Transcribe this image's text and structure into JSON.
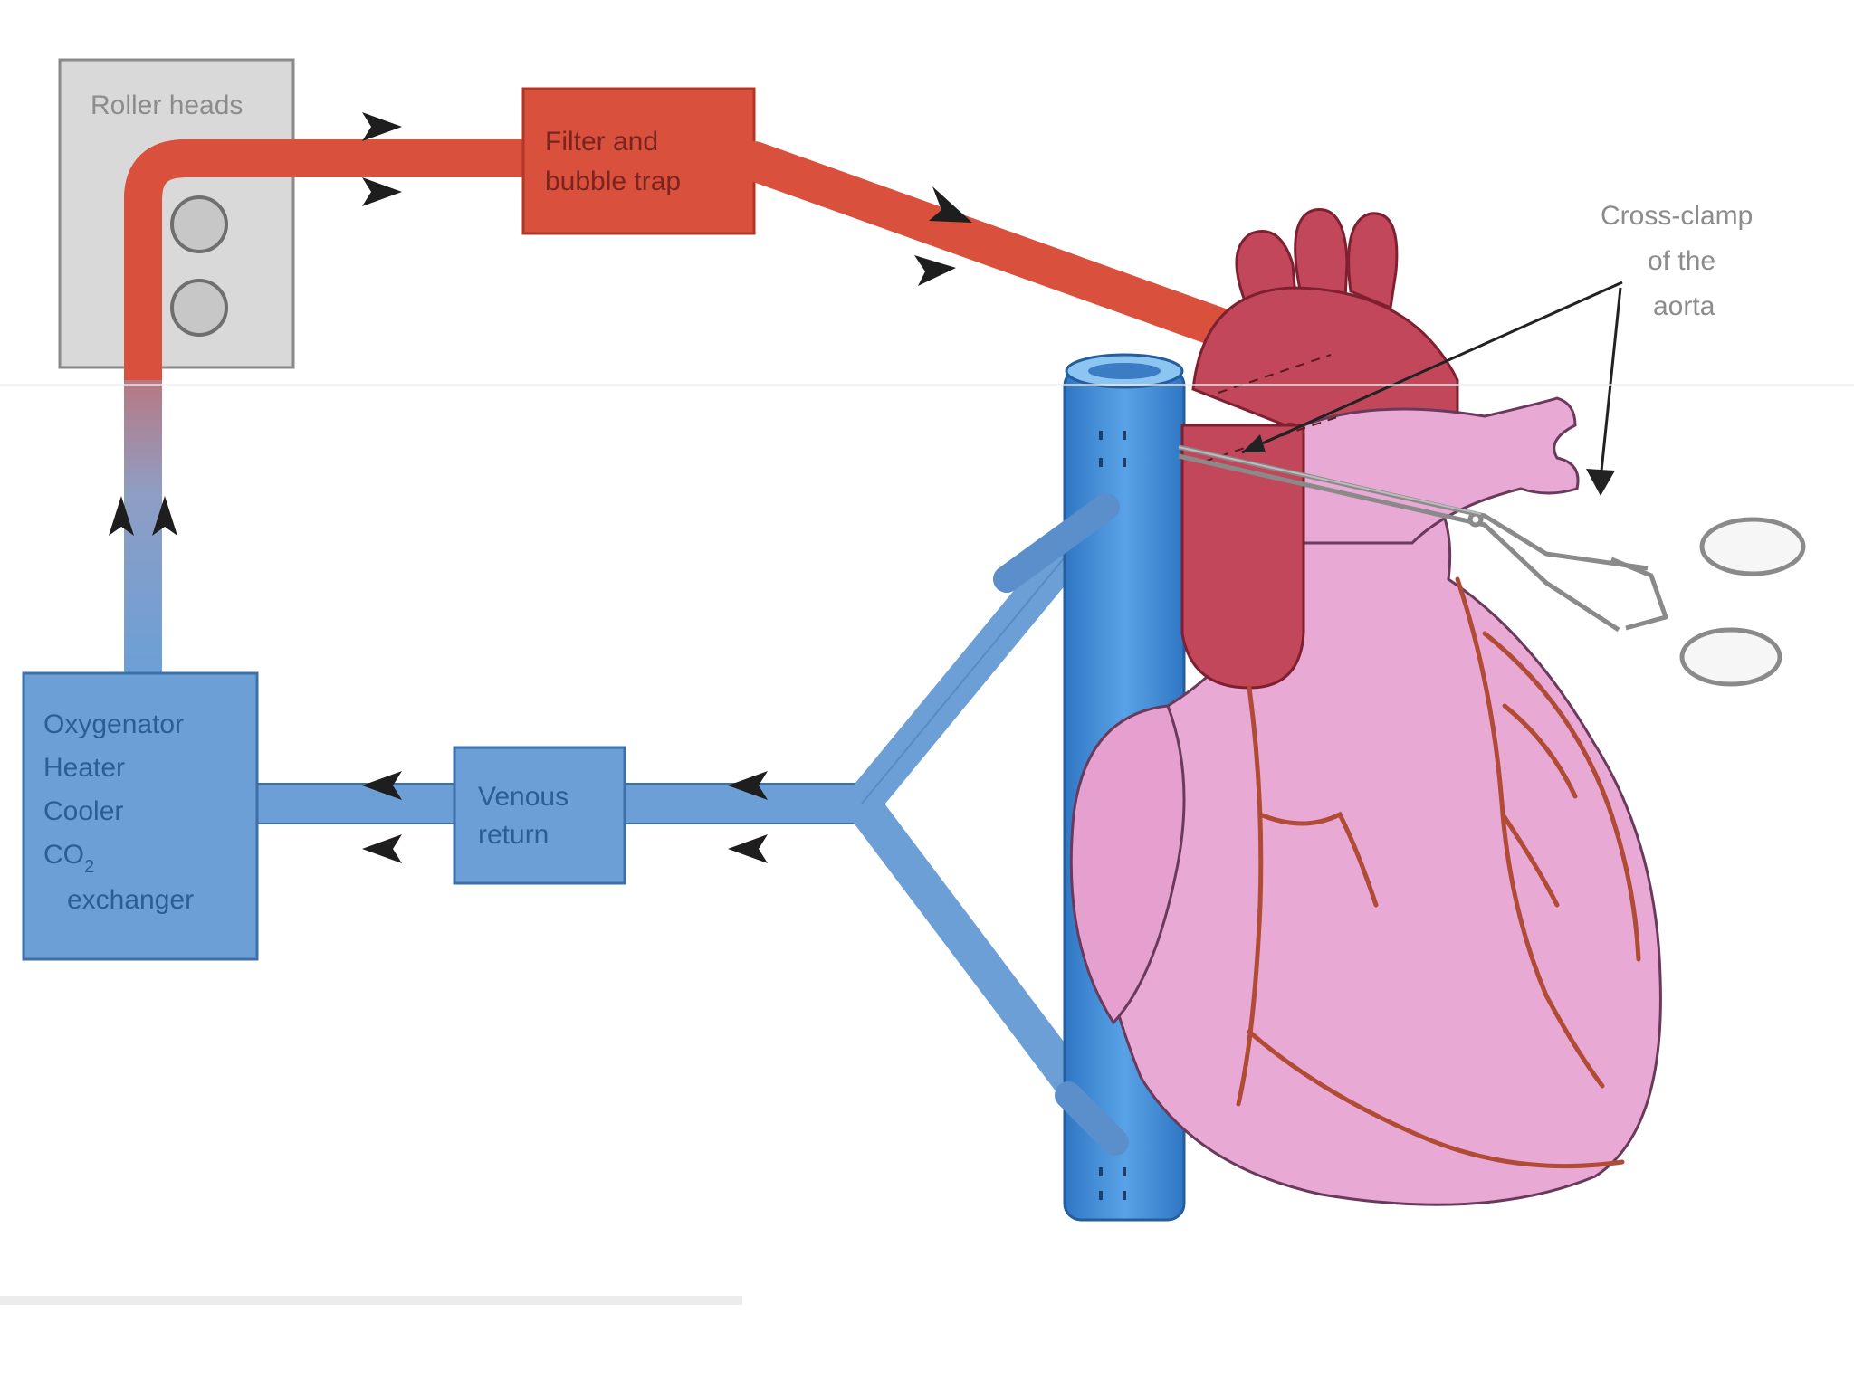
{
  "labels": {
    "roller_heads": "Roller heads",
    "filter_line1": "Filter and",
    "filter_line2": "bubble trap",
    "oxygenator_line1": "Oxygenator",
    "oxygenator_line2": "Heater",
    "oxygenator_line3": "Cooler",
    "oxygenator_line4_main": "CO",
    "oxygenator_line4_sub": "2",
    "oxygenator_line5": "exchanger",
    "venous_line1": "Venous",
    "venous_line2": "return",
    "clamp_line1": "Cross-clamp",
    "clamp_line2": "of the",
    "clamp_line3": "aorta"
  },
  "colors": {
    "arterial_red": "#d9503c",
    "arterial_dark": "#b23a2b",
    "venous_blue": "#6b9fd6",
    "venous_dark": "#3f78b8",
    "vena_cava_blue": "#4a8fd6",
    "heart_pink": "#e9a9d5",
    "heart_red": "#c2475a",
    "roller_box_grey": "#d8d8d8"
  }
}
